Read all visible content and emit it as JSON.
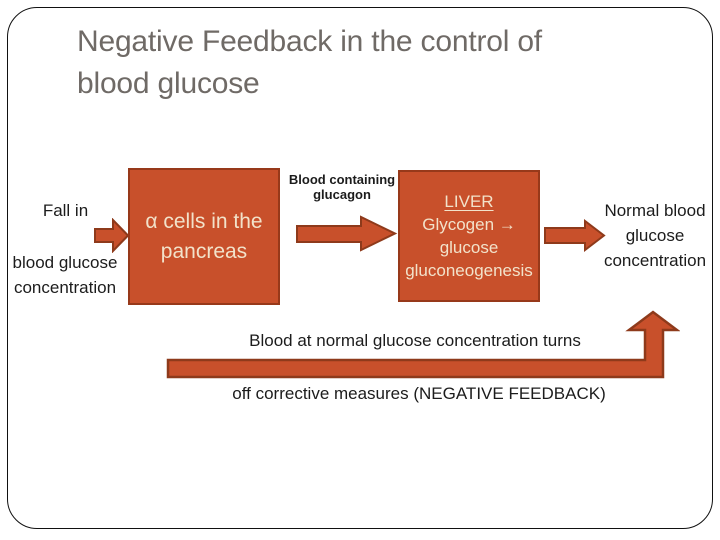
{
  "slide": {
    "title": "Negative Feedback in the control of blood glucose"
  },
  "colors": {
    "accent_fill": "#c8502b",
    "accent_border": "#8e3a1b",
    "box_text": "#f2e2ca",
    "title_text": "#6f6a66",
    "body_text": "#1c1c1c",
    "frame_border": "#111111"
  },
  "diagram": {
    "start_label": "Fall in",
    "start_sublabel": "blood glucose concentration",
    "alpha_box_label": "α cells in the pancreas",
    "glucagon_arrow_label": "Blood containing glucagon",
    "liver_box": {
      "title": "LIVER",
      "reaction": "Glycogen →",
      "product": "glucose",
      "process": "gluconeogenesis"
    },
    "end_label": "Normal blood glucose concentration",
    "feedback_line1": "Blood at normal glucose concentration turns",
    "feedback_line2": "off corrective measures (NEGATIVE FEEDBACK)"
  },
  "icons": {
    "flow_arrow": "right-block-arrow",
    "feedback_arrow": "bent-up-arrow"
  }
}
